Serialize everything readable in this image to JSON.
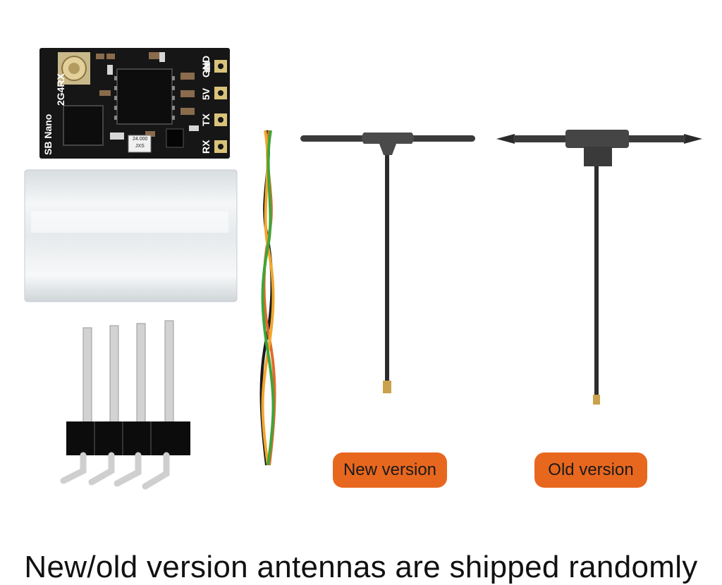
{
  "pcb": {
    "pin_labels": [
      "GND",
      "5V",
      "TX",
      "RX"
    ],
    "board_line1": "SB Nano",
    "board_line2": "2G4RX",
    "crystal_text1": "24.000",
    "crystal_text2": "JXS"
  },
  "badges": {
    "new_label": "New version",
    "old_label": "Old version"
  },
  "caption": "New/old version antennas are shipped randomly",
  "colors": {
    "badge": "#e8671e",
    "pcb": "#161616",
    "pad": "#d9c37a"
  }
}
